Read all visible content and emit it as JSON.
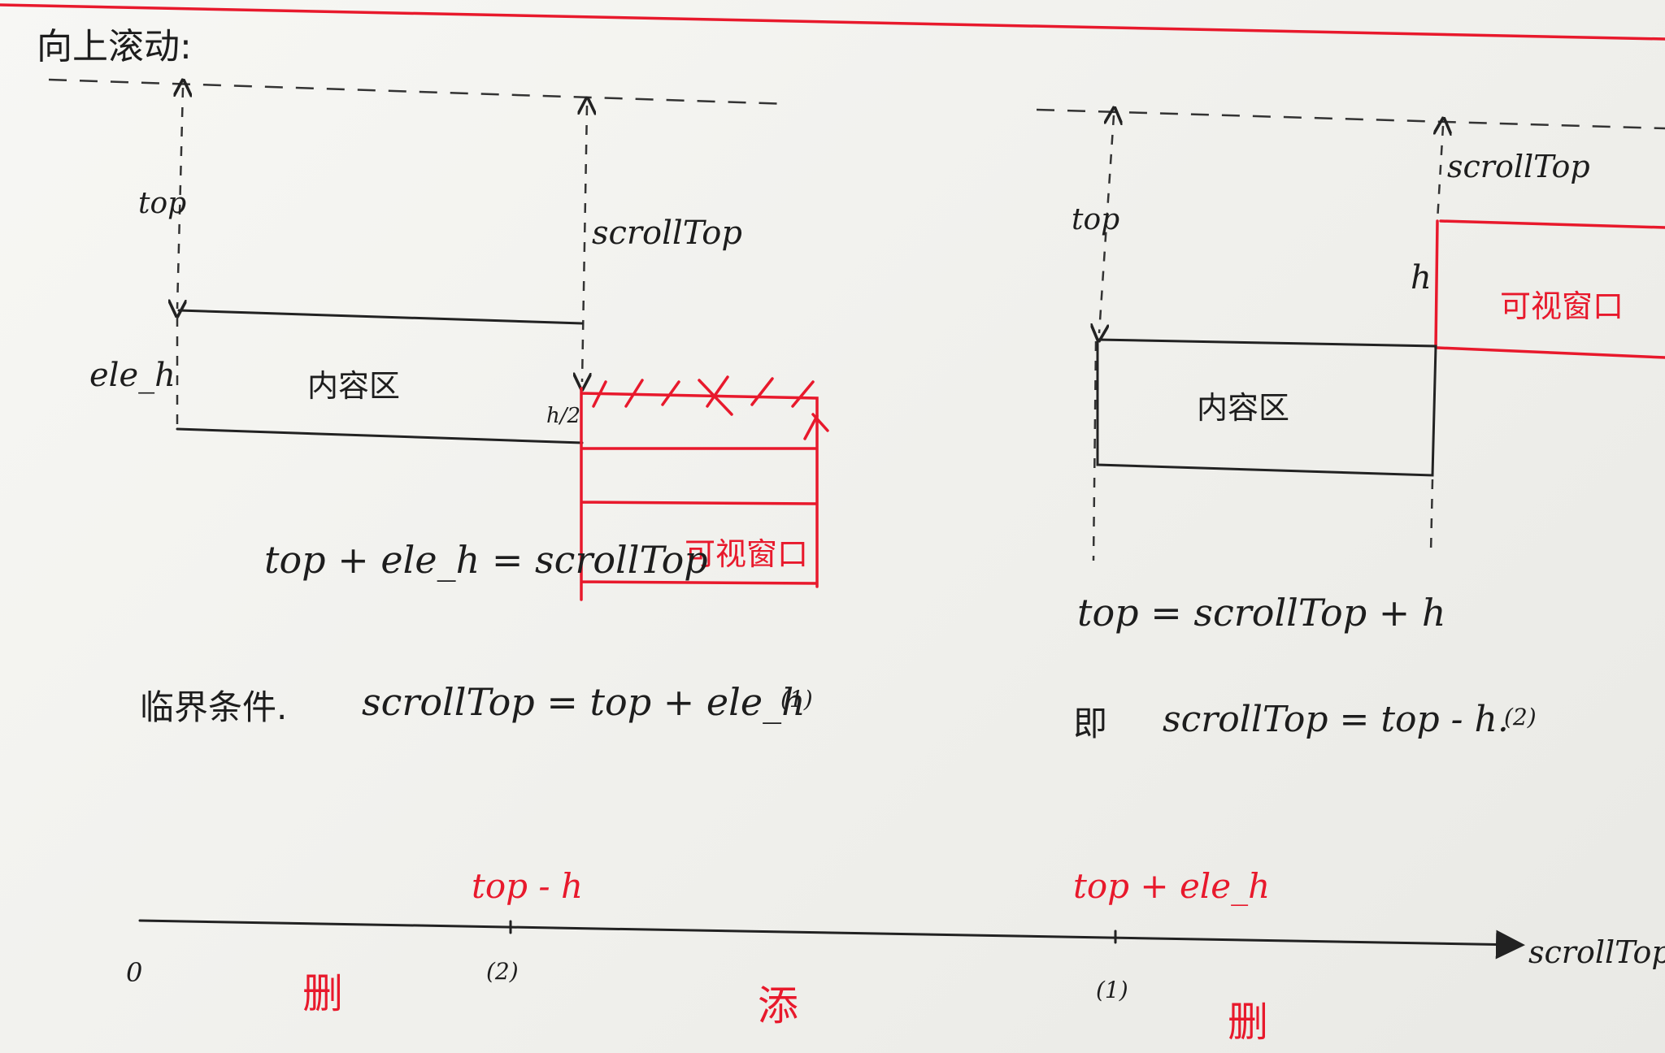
{
  "title": "向上滚动:",
  "left": {
    "top_label": "top",
    "scrolltop_label": "scrollTop",
    "ele_h_label": "ele_h",
    "content_label": "内容区",
    "half_label": "h/2",
    "viewport_label": "可视窗口",
    "equation": "top + ele_h = scrollTop",
    "critical_prefix": "临界条件.",
    "critical_eq": "scrollTop = top + ele_h",
    "critical_num": "(1)"
  },
  "right": {
    "top_label": "top",
    "scrolltop_label": "scrollTop",
    "h_label": "h",
    "viewport_label": "可视窗口",
    "content_label": "内容区",
    "eq1": "top = scrollTop + h",
    "eq2_prefix": "即",
    "eq2": "scrollTop = top - h.",
    "eq2_num": "(2)"
  },
  "axis": {
    "zero": "0",
    "axis_label": "scrollTop",
    "mark1_label": "top - h",
    "mark1_num": "(2)",
    "mark2_label": "top + ele_h",
    "mark2_num": "(1)",
    "zone_left": "删",
    "zone_mid": "添",
    "zone_right": "删"
  },
  "colors": {
    "ink": "#222222",
    "red": "#e8192c",
    "paper": "#f4f4f1"
  }
}
